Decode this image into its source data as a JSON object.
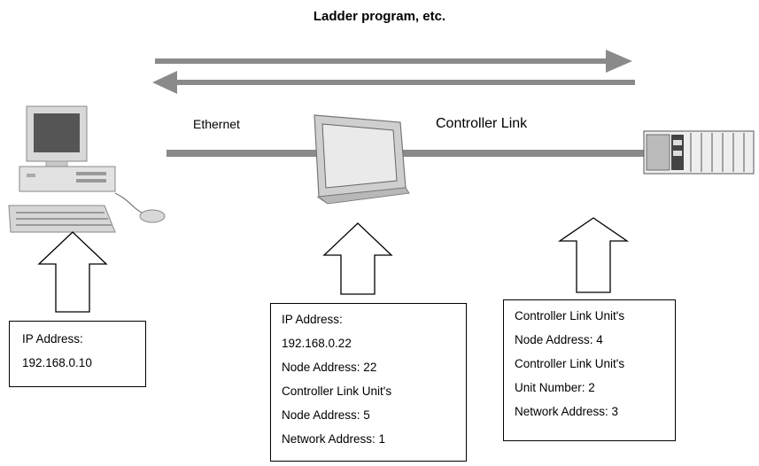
{
  "title": "Ladder program, etc.",
  "labels": {
    "ethernet": "Ethernet",
    "controller_link": "Controller Link"
  },
  "boxes": {
    "pc": {
      "lines": [
        "IP Address:",
        "192.168.0.10"
      ]
    },
    "terminal": {
      "lines": [
        "IP Address:",
        "192.168.0.22",
        "Node Address: 22",
        "Controller Link Unit's",
        "Node Address: 5",
        "Network Address: 1"
      ]
    },
    "plc": {
      "lines": [
        "Controller Link Unit's",
        "Node Address: 4",
        "Controller Link Unit's",
        "Unit Number: 2",
        "Network Address: 3"
      ]
    }
  },
  "colors": {
    "line": "#8a8a8a",
    "outline": "#000000"
  },
  "icons": [
    "personal-computer-icon",
    "touch-panel-terminal-icon",
    "plc-rack-icon",
    "up-arrow-icon",
    "right-arrow-icon",
    "left-arrow-icon"
  ]
}
